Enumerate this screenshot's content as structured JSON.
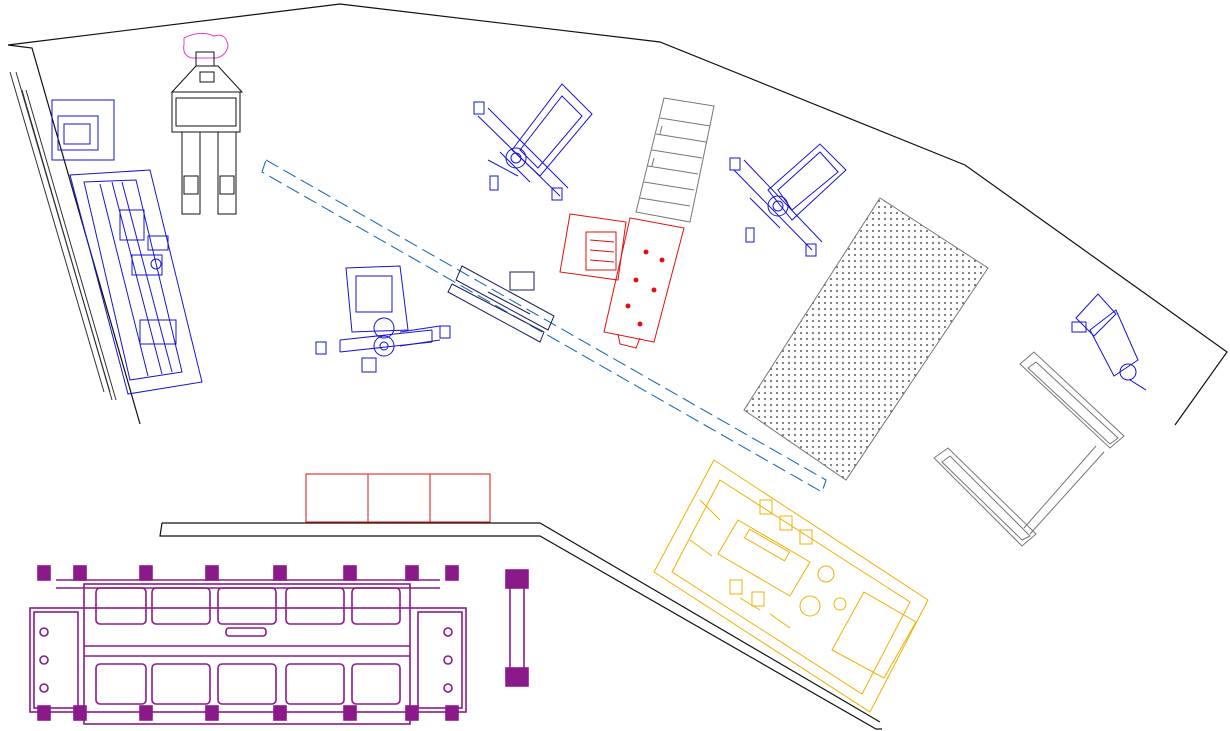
{
  "drawing": {
    "colors": {
      "outline": "#111111",
      "machine": "#1515d0",
      "red": "#e01010",
      "magenta": "#e040d0",
      "purple": "#8a1a8a",
      "gray": "#777777",
      "yellow": "#f0b000",
      "conveyor": "#1f6fb5"
    },
    "elements": [
      {
        "name": "shop-floor-outline",
        "kind": "floor"
      },
      {
        "name": "lathe-machine",
        "kind": "blue"
      },
      {
        "name": "pallet-jack",
        "kind": "mixed"
      },
      {
        "name": "radial-drill-top",
        "kind": "blue"
      },
      {
        "name": "radial-drill-center",
        "kind": "blue"
      },
      {
        "name": "radial-drill-right",
        "kind": "blue"
      },
      {
        "name": "roller-rack",
        "kind": "gray"
      },
      {
        "name": "red-cabinet",
        "kind": "red"
      },
      {
        "name": "welding-table",
        "kind": "red"
      },
      {
        "name": "conveyor-dashed",
        "kind": "dashed"
      },
      {
        "name": "saw-unit",
        "kind": "dark"
      },
      {
        "name": "perforated-platform",
        "kind": "gray"
      },
      {
        "name": "small-robot",
        "kind": "blue"
      },
      {
        "name": "gantry-frame",
        "kind": "gray"
      },
      {
        "name": "yellow-assembly",
        "kind": "yellow"
      },
      {
        "name": "red-bins",
        "kind": "red"
      },
      {
        "name": "purple-press-brake",
        "kind": "purple"
      },
      {
        "name": "purple-side-part",
        "kind": "purple"
      }
    ]
  }
}
